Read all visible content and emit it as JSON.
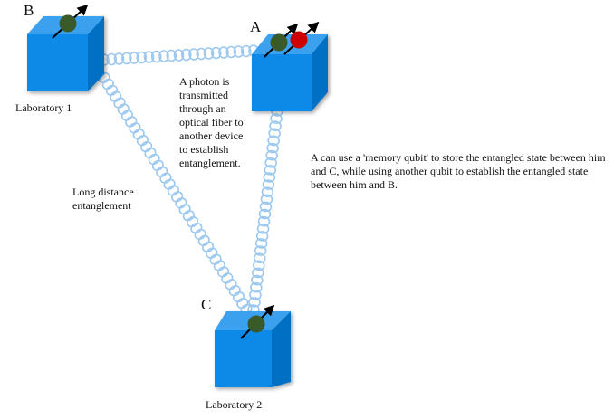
{
  "nodes": {
    "b": {
      "letter": "B",
      "lab": "Laboratory 1"
    },
    "a": {
      "letter": "A"
    },
    "c": {
      "letter": "C",
      "lab": "Laboratory 2"
    }
  },
  "annotations": {
    "photon": "A photon is transmitted through an optical fiber to another device to establish entanglement.",
    "long_distance": "Long distance entanglement",
    "memory": "A can use a 'memory qubit' to store the entangled state between him and C, while using another qubit to establish the entangled state between him and B."
  },
  "colors": {
    "cube_front": "#0a8ae8",
    "cube_top": "#3aa0ee",
    "cube_side": "#0570c4",
    "qubit_green": "#3b5a2a",
    "qubit_red": "#cc0000",
    "fiber": "#9cc8f0"
  }
}
